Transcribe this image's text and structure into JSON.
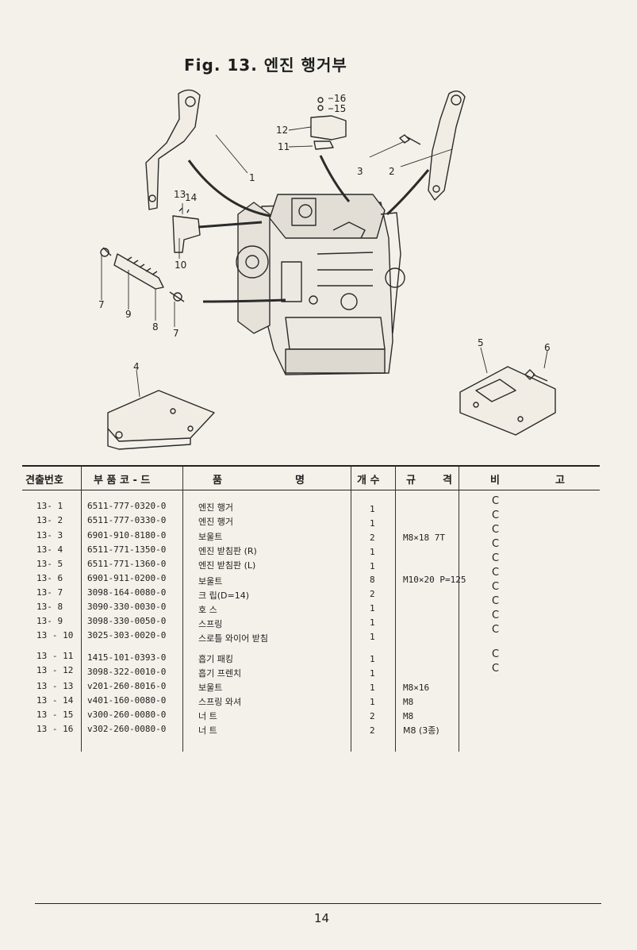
{
  "header": {
    "title": "Fig. 13. 엔진 행거부"
  },
  "diagram": {
    "callouts": [
      "16",
      "15",
      "12",
      "11",
      "1",
      "3",
      "2",
      "13",
      "14",
      "10",
      "7",
      "9",
      "8",
      "7",
      "5",
      "6",
      "4"
    ]
  },
  "table": {
    "headers": [
      "견출번호",
      "부 품 코 - 드",
      "품",
      "명",
      "개 수",
      "규",
      "격",
      "비",
      "고"
    ],
    "rows": [
      {
        "no": "13- 1",
        "code": "6511-777-0320-0",
        "name": "엔진 행거",
        "qty": "1",
        "spec": "",
        "note": "C"
      },
      {
        "no": "13- 2",
        "code": "6511-777-0330-0",
        "name": "엔진 행거",
        "qty": "1",
        "spec": "",
        "note": "C"
      },
      {
        "no": "13- 3",
        "code": "6901-910-8180-0",
        "name": "보울트",
        "qty": "2",
        "spec": "M8×18  7T",
        "note": "C"
      },
      {
        "no": "13- 4",
        "code": "6511-771-1350-0",
        "name": "엔진 받침판 (R)",
        "qty": "1",
        "spec": "",
        "note": "C"
      },
      {
        "no": "13- 5",
        "code": "6511-771-1360-0",
        "name": "엔진 받침판 (L)",
        "qty": "1",
        "spec": "",
        "note": "C"
      },
      {
        "no": "13- 6",
        "code": "6901-911-0200-0",
        "name": "보울트",
        "qty": "8",
        "spec": "M10×20 P=125",
        "note": "C"
      },
      {
        "no": "13- 7",
        "code": "3098-164-0080-0",
        "name": "크  립(D=14)",
        "qty": "2",
        "spec": "",
        "note": "C"
      },
      {
        "no": "13- 8",
        "code": "3090-330-0030-0",
        "name": "호  스",
        "qty": "1",
        "spec": "",
        "note": "C"
      },
      {
        "no": "13- 9",
        "code": "3098-330-0050-0",
        "name": "스프링",
        "qty": "1",
        "spec": "",
        "note": "C"
      },
      {
        "no": "13 - 10",
        "code": "3025-303-0020-0",
        "name": "스로틀 와이어 받침",
        "qty": "1",
        "spec": "",
        "note": "C"
      },
      {
        "no": "13 - 11",
        "code": "1415-101-0393-0",
        "name": "흡기 패킹",
        "qty": "1",
        "spec": "",
        "note": "C"
      },
      {
        "no": "13 - 12",
        "code": "3098-322-0010-0",
        "name": "흡기 프렌치",
        "qty": "1",
        "spec": "",
        "note": "C"
      },
      {
        "no": "13 - 13",
        "code": "v201-260-8016-0",
        "name": "보울트",
        "qty": "1",
        "spec": "M8×16",
        "note": ""
      },
      {
        "no": "13 - 14",
        "code": "v401-160-0080-0",
        "name": "스프링 와셔",
        "qty": "1",
        "spec": "M8",
        "note": ""
      },
      {
        "no": "13 - 15",
        "code": "v300-260-0080-0",
        "name": "너  트",
        "qty": "2",
        "spec": "M8",
        "note": ""
      },
      {
        "no": "13 - 16",
        "code": "v302-260-0080-0",
        "name": "너  트",
        "qty": "2",
        "spec": "M8 (3종)",
        "note": ""
      }
    ]
  },
  "footer": {
    "page": "14"
  }
}
